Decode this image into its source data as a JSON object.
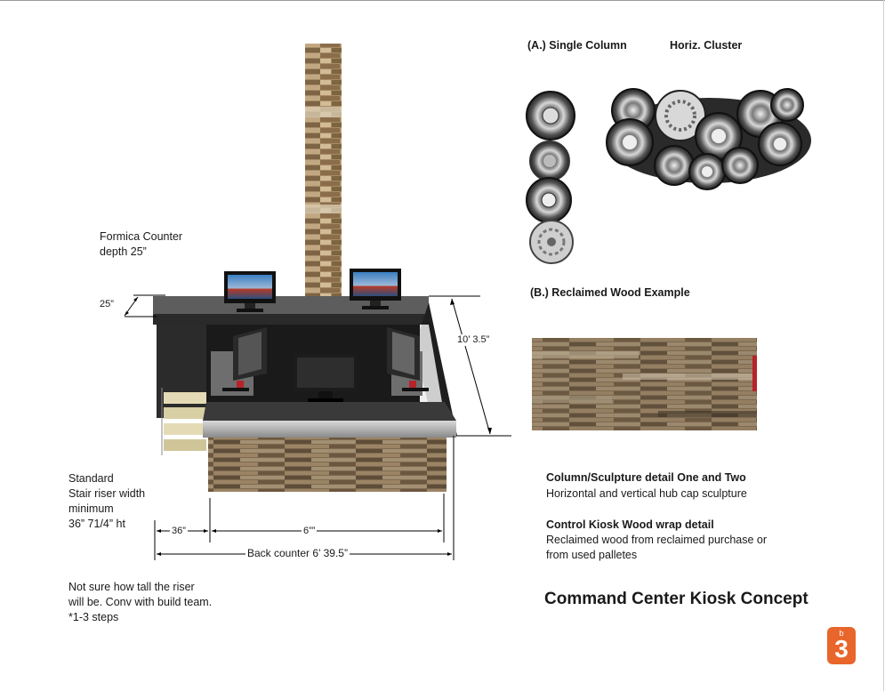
{
  "labels": {
    "formica": [
      "Formica Counter",
      "depth 25”"
    ],
    "dim_25": "25”",
    "dim_height": "10’ 3.5”",
    "dim_36": "36”",
    "dim_6": "6””",
    "dim_back": "Back counter 6’ 39.5”",
    "stair": [
      "Standard",
      "Stair riser width",
      "minimum",
      "36”  71/4” ht"
    ],
    "note": [
      "Not sure how tall the riser",
      "will be. Conv with build team.",
      "*1-3 steps"
    ]
  },
  "sections": {
    "a_title": "(A.) Single Column",
    "horiz_title": "Horiz. Cluster",
    "b_title": "(B.) Reclaimed Wood  Example"
  },
  "details": {
    "d1_title": "Column/Sculpture detail One and Two",
    "d1_text": "Horizontal and vertical hub cap sculpture",
    "d2_title": "Control Kiosk Wood wrap detail",
    "d2_text": [
      "Reclaimed wood from reclaimed purchase or",
      "from used palletes"
    ]
  },
  "page_title": "Command Center Kiosk Concept",
  "logo": {
    "small": "b",
    "big": "3",
    "color": "#e8652b"
  }
}
